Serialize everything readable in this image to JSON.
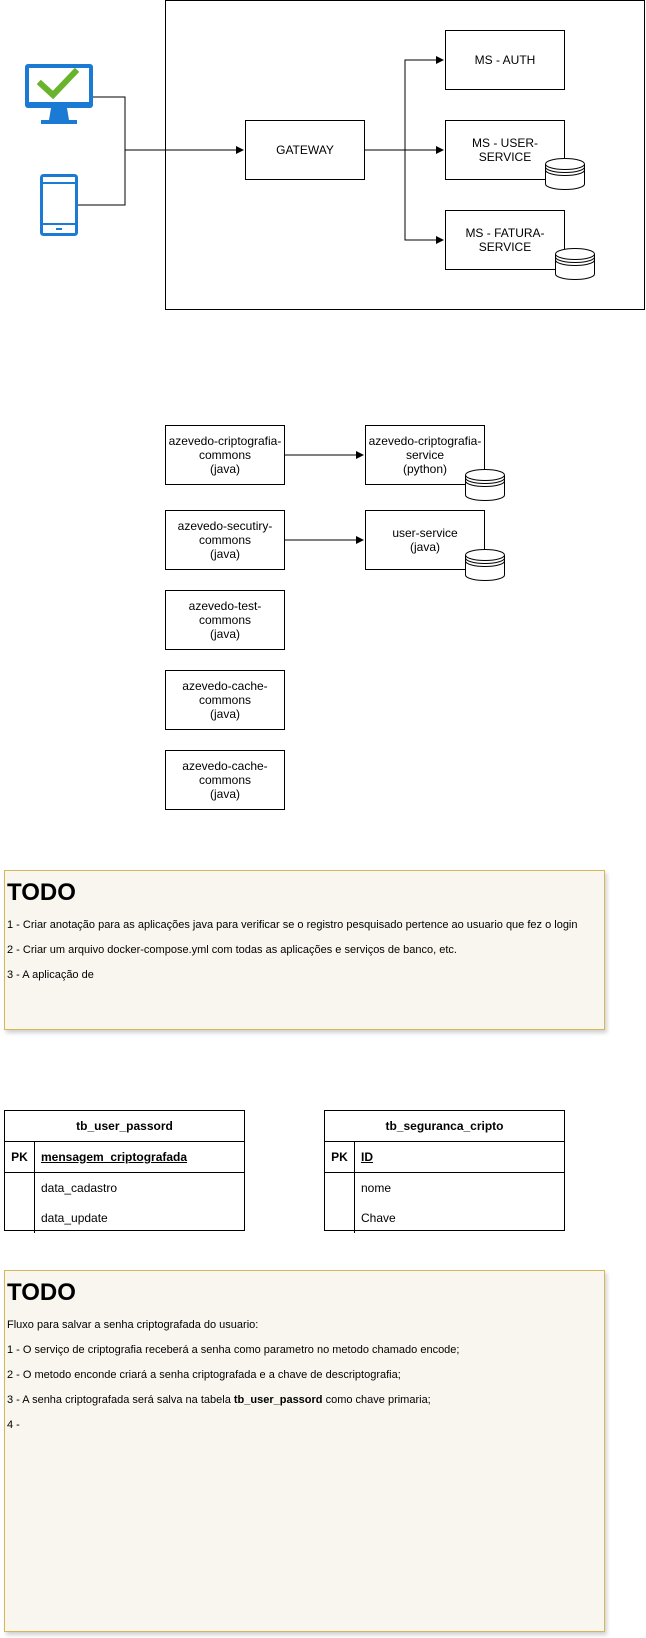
{
  "architecture": {
    "gateway": "GATEWAY",
    "ms_auth": "MS - AUTH",
    "ms_user_service": [
      "MS - USER-",
      "SERVICE"
    ],
    "ms_fatura_service": [
      "MS - FATURA-",
      "SERVICE"
    ]
  },
  "libraries": [
    {
      "lines": [
        "azevedo-criptografia-",
        "commons",
        "(java)"
      ]
    },
    {
      "lines": [
        "azevedo-secutiry-",
        "commons",
        "(java)"
      ]
    },
    {
      "lines": [
        "azevedo-test-",
        "commons",
        "(java)"
      ]
    },
    {
      "lines": [
        "azevedo-cache-",
        "commons",
        "(java)"
      ]
    },
    {
      "lines": [
        "azevedo-cache-",
        "commons",
        "(java)"
      ]
    }
  ],
  "services": [
    {
      "lines": [
        "azevedo-criptografia-",
        "service",
        "(python)"
      ]
    },
    {
      "lines": [
        "user-service",
        "(java)"
      ]
    }
  ],
  "todo1": {
    "title": "TODO",
    "items": [
      "1 - Criar anotação para as aplicações java para verificar se o registro pesquisado pertence ao usuario que fez o login",
      "2 - Criar um arquivo docker-compose.yml com todas as aplicações e serviços de banco, etc.",
      "3 - A aplicação de"
    ]
  },
  "tables": [
    {
      "name": "tb_user_passord",
      "pk_label": "PK",
      "pk": "mensagem_criptografada",
      "fields": [
        "data_cadastro",
        "data_update"
      ]
    },
    {
      "name": "tb_seguranca_cripto",
      "pk_label": "PK",
      "pk": "ID",
      "fields": [
        "nome",
        "Chave"
      ]
    }
  ],
  "todo2": {
    "title": "TODO",
    "intro": "Fluxo para salvar a senha criptografada do usuario:",
    "item1": "1 - O serviço de criptografia receberá a senha como parametro no metodo chamado encode;",
    "item2": "2 - O metodo enconde criará a senha criptografada e a chave de descriptografia;",
    "item3_pre": "3 - A senha criptografada será salva na tabela ",
    "item3_bold": "tb_user_passord",
    "item3_post": " como chave primaria;",
    "item4": "4 -"
  },
  "colors": {
    "icon_blue": "#1a7ad4",
    "check_green": "#6ab42d",
    "note_border": "#d6b656",
    "note_fill": "#f8f6ef"
  }
}
